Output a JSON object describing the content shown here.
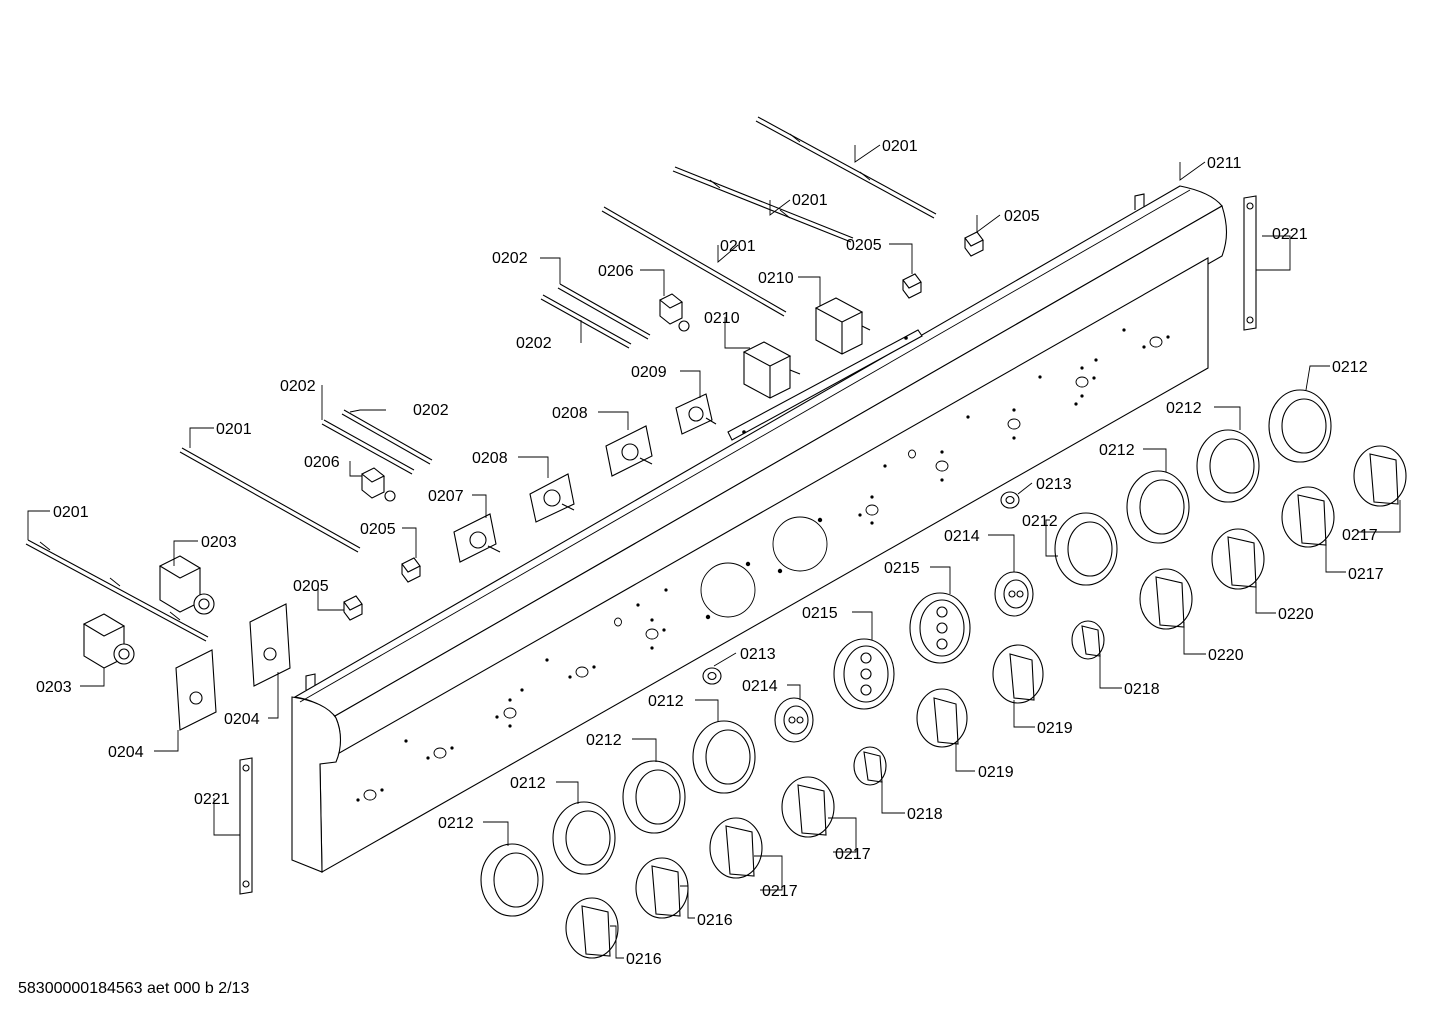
{
  "footer": "58300000184563 aet 000 b 2/13",
  "labels": {
    "p0201": "0201",
    "p0202": "0202",
    "p0203": "0203",
    "p0204": "0204",
    "p0205": "0205",
    "p0206": "0206",
    "p0207": "0207",
    "p0208": "0208",
    "p0209": "0209",
    "p0210": "0210",
    "p0211": "0211",
    "p0212": "0212",
    "p0213": "0213",
    "p0214": "0214",
    "p0215": "0215",
    "p0216": "0216",
    "p0217": "0217",
    "p0218": "0218",
    "p0219": "0219",
    "p0220": "0220",
    "p0221": "0221"
  }
}
